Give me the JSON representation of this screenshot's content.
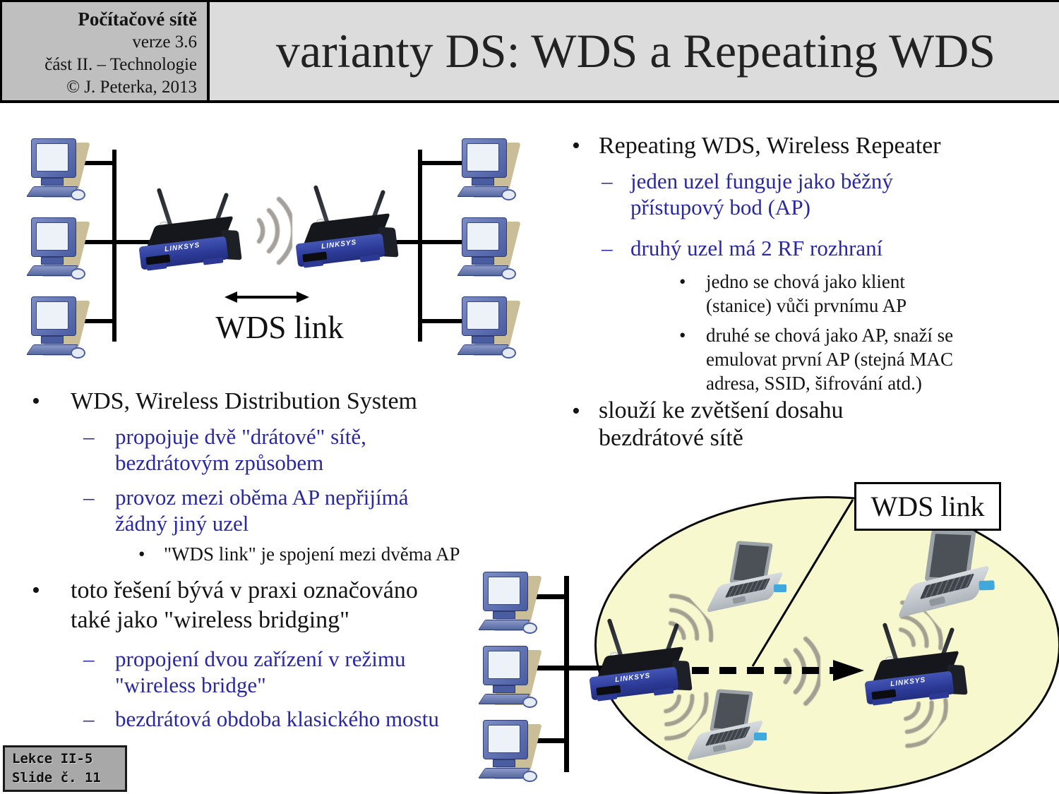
{
  "header": {
    "course": "Počítačové sítě",
    "version": "verze 3.6",
    "part": "část II. – Technologie",
    "copyright": "© J. Peterka, 2013",
    "slide_title": "varianty DS: WDS a Repeating WDS"
  },
  "footer": {
    "lesson": "Lekce II-5",
    "slide": "Slide č. 11"
  },
  "left_column": {
    "b1": {
      "marker": "•",
      "lines": [
        "WDS, Wireless Distribution System"
      ]
    },
    "b2": {
      "marker": "–",
      "lines": [
        "propojuje dvě \"drátové\" sítě,",
        "bezdrátovým způsobem"
      ]
    },
    "b3": {
      "marker": "–",
      "lines": [
        "provoz mezi oběma AP nepřijímá",
        "žádný jiný uzel"
      ]
    },
    "b4": {
      "marker": "•",
      "lines": [
        "\"WDS link\" je spojení mezi dvěma AP"
      ]
    },
    "b5": {
      "marker": "•",
      "lines": [
        "toto řešení bývá v praxi označováno",
        "také jako \"wireless bridging\""
      ]
    },
    "b6": {
      "marker": "–",
      "lines": [
        "propojení dvou zařízení v režimu",
        "\"wireless bridge\""
      ]
    },
    "b7": {
      "marker": "–",
      "lines": [
        "bezdrátová obdoba klasického mostu"
      ]
    }
  },
  "right_column": {
    "b1": {
      "marker": "•",
      "lines": [
        "Repeating WDS, Wireless Repeater"
      ]
    },
    "b2": {
      "marker": "–",
      "lines": [
        "jeden uzel funguje jako běžný",
        "přístupový bod (AP)"
      ]
    },
    "b3": {
      "marker": "–",
      "lines": [
        "druhý uzel má 2 RF rozhraní"
      ]
    },
    "b4": {
      "marker": "•",
      "lines": [
        "jedno se chová jako klient",
        "(stanice) vůči prvnímu AP"
      ]
    },
    "b5": {
      "marker": "•",
      "lines": [
        "druhé se chová jako AP, snaží se",
        "emulovat první AP (stejná MAC",
        "adresa, SSID, šifrování atd.)"
      ]
    },
    "b6": {
      "marker": "•",
      "lines": [
        "slouží ke zvětšení dosahu",
        "bezdrátové sítě"
      ]
    }
  },
  "diagrams": {
    "router_brand": "LINKSYS",
    "top": {
      "label": "WDS link"
    },
    "bottom": {
      "label": "WDS link"
    }
  },
  "colors": {
    "bullet_blue": "#2928a4",
    "ellipse_fill": "#f8f8cf",
    "header_box_gray": "#bfbfbf",
    "title_strip_gray": "#dcdcdc",
    "footer_gray": "#a8a8a8"
  }
}
